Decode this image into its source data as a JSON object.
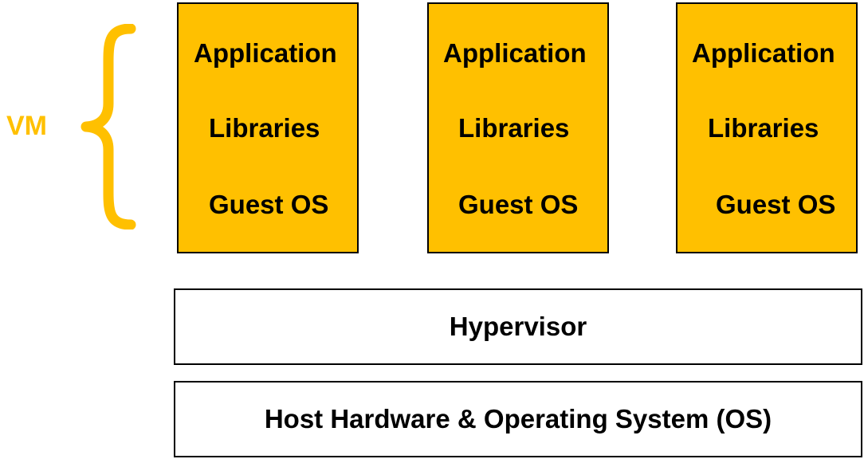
{
  "colors": {
    "vm_fill": "#FFC000",
    "vm_label": "#FFC000",
    "border": "#000000",
    "text": "#000000"
  },
  "vm_label": "VM",
  "vms": [
    {
      "application": "Application",
      "libraries": "Libraries",
      "guest_os": "Guest OS"
    },
    {
      "application": "Application",
      "libraries": "Libraries",
      "guest_os": "Guest OS"
    },
    {
      "application": "Application",
      "libraries": "Libraries",
      "guest_os": "Guest OS"
    }
  ],
  "hypervisor": "Hypervisor",
  "host": "Host Hardware & Operating System (OS)"
}
